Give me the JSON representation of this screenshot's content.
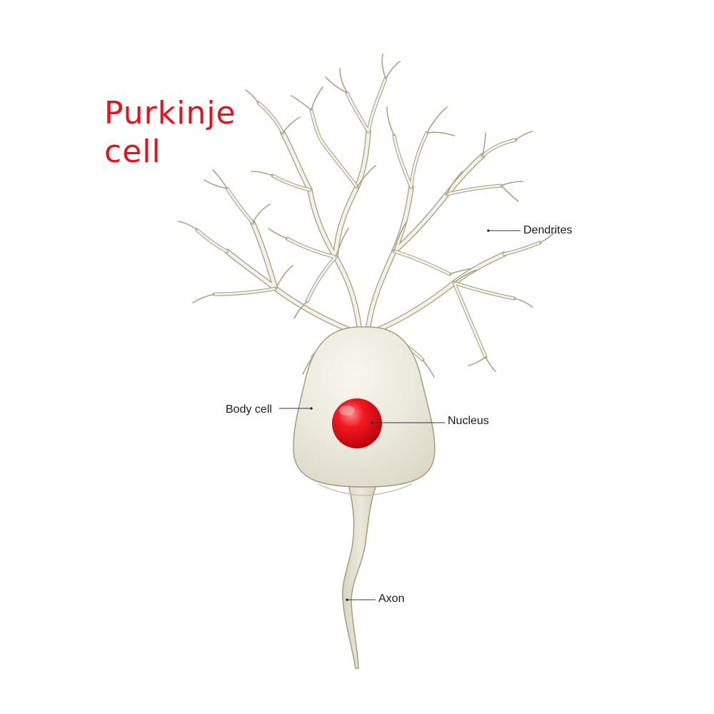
{
  "title": {
    "line1": "Purkinje",
    "line2": "cell"
  },
  "labels": {
    "dendrites": "Dendrites",
    "body_cell": "Body cell",
    "nucleus": "Nucleus",
    "axon": "Axon"
  },
  "colors": {
    "title": "#e8101a",
    "nucleus": "#e8000c",
    "cell_fill": "#e9e6d9",
    "dendrite_fill": "#f2efe3",
    "outline": "#9d9778",
    "leader_line": "#333333"
  }
}
